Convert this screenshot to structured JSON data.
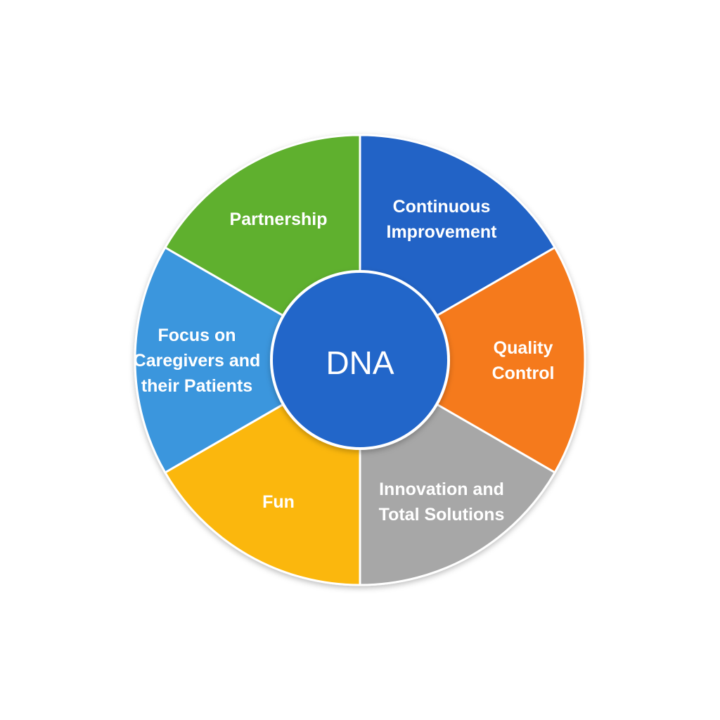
{
  "diagram": {
    "center": {
      "label": "DNA",
      "color": "#2266c9"
    },
    "segments": [
      {
        "id": "continuous-improvement",
        "lines": [
          "Continuous",
          "Improvement"
        ],
        "color": "#2163c6"
      },
      {
        "id": "quality-control",
        "lines": [
          "Quality",
          "Control"
        ],
        "color": "#f57a1b"
      },
      {
        "id": "innovation-total-solutions",
        "lines": [
          "Innovation and",
          "Total Solutions"
        ],
        "color": "#a7a7a7"
      },
      {
        "id": "fun",
        "lines": [
          "Fun"
        ],
        "color": "#fbb708"
      },
      {
        "id": "focus-on-caregivers",
        "lines": [
          "Focus on",
          "Caregivers and",
          "their Patients"
        ],
        "color": "#3a96dd"
      },
      {
        "id": "partnership",
        "lines": [
          "Partnership"
        ],
        "color": "#5fb02d"
      }
    ],
    "divider_color": "#ffffff"
  }
}
